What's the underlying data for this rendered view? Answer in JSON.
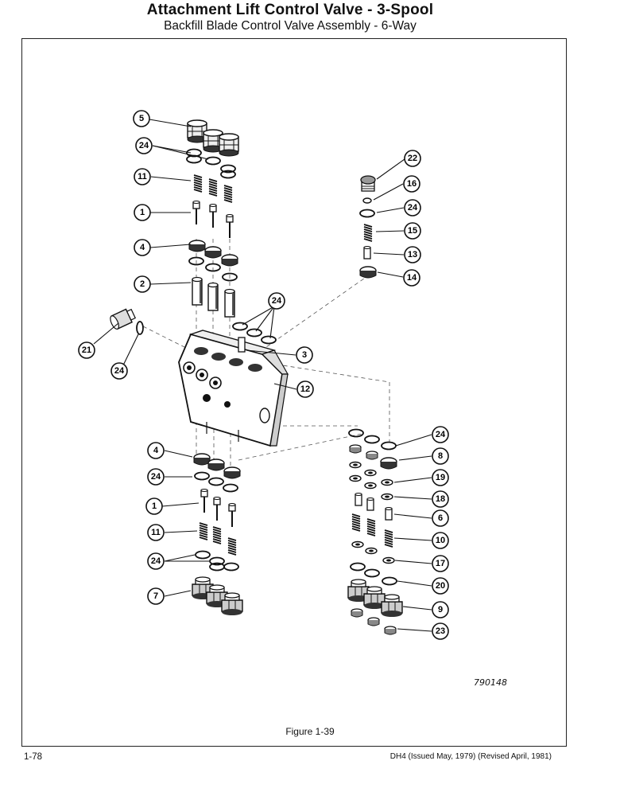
{
  "header": {
    "title": "Attachment Lift Control Valve - 3-Spool",
    "subtitle": "Backfill Blade Control Valve Assembly - 6-Way"
  },
  "figure": {
    "caption": "Figure 1-39",
    "drawing_number": "790148"
  },
  "footer": {
    "page_number": "1-78",
    "revision": "DH4 (Issued May, 1979) (Revised April, 1981)"
  },
  "callouts": {
    "c5": "5",
    "c24a": "24",
    "c11a": "11",
    "c1a": "1",
    "c4a": "4",
    "c2": "2",
    "c21": "21",
    "c24b": "24",
    "c24c": "24",
    "c3": "3",
    "c12": "12",
    "c22": "22",
    "c16": "16",
    "c24d": "24",
    "c15": "15",
    "c13": "13",
    "c14": "14",
    "c4b": "4",
    "c24e": "24",
    "c1b": "1",
    "c11b": "11",
    "c24f": "24",
    "c7": "7",
    "c24g": "24",
    "c8": "8",
    "c19": "19",
    "c18": "18",
    "c6": "6",
    "c10": "10",
    "c17": "17",
    "c20": "20",
    "c9": "9",
    "c23": "23"
  }
}
